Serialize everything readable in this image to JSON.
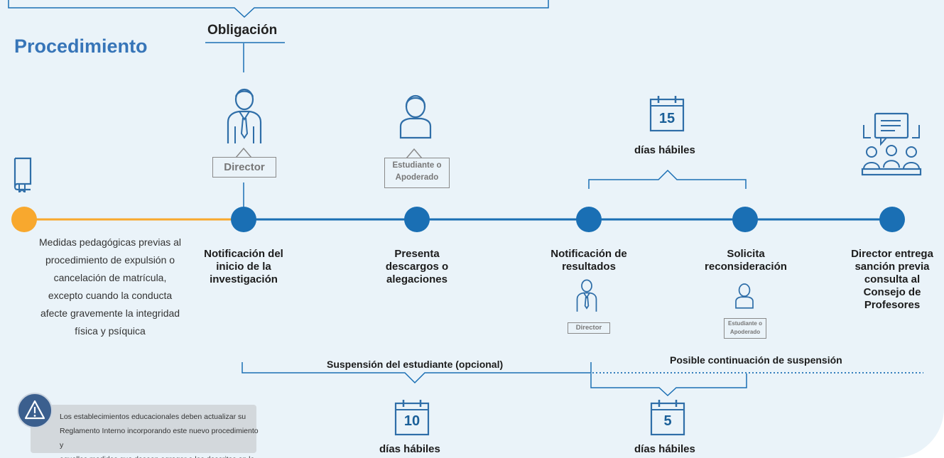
{
  "header": {
    "title": "Procedimiento",
    "obligation": "Obligación"
  },
  "steps": [
    {
      "label": "Medidas pedagógicas previas al procedimiento de expulsión o cancelación de matrícula, excepto cuando la conducta afecte gravemente la integridad física y psíquica",
      "color": "#f8a82e"
    },
    {
      "label": "Notificación del inicio de la investigación",
      "color": "#1a6fb4"
    },
    {
      "label": "Presenta descargos o alegaciones",
      "color": "#1a6fb4"
    },
    {
      "label": "Notificación de resultados",
      "color": "#1a6fb4"
    },
    {
      "label": "Solicita reconsideración",
      "color": "#1a6fb4"
    },
    {
      "label": "Director entrega sanción previa consulta al Consejo de Profesores",
      "color": "#1a6fb4"
    }
  ],
  "tags": {
    "director": "Director",
    "student_line1": "Estudiante o",
    "student_line2": "Apoderado",
    "director_small": "Director",
    "student_small_line1": "Estudiante o",
    "student_small_line2": "Apoderado"
  },
  "calendars": {
    "top_days": "15",
    "top_label": "días hábiles",
    "bottom_left_days": "10",
    "bottom_left_label": "días hábiles",
    "bottom_right_days": "5",
    "bottom_right_label": "días hábiles"
  },
  "suspension": {
    "optional": "Suspensión del estudiante (opcional)",
    "continuation": "Posible continuación de suspensión"
  },
  "note": {
    "line1": "Los establecimientos educacionales deben actualizar su",
    "line2": "Reglamento Interno incorporando este nuevo procedimiento y",
    "line3": "aquellas medidas que desean agregar a las descritas en la Ley."
  },
  "colors": {
    "background": "#eaf3f9",
    "accent_blue": "#1a6fb4",
    "accent_orange": "#f8a82e",
    "title_blue": "#3775b8",
    "icon_blue": "#2f6ea8"
  },
  "icons": {
    "book": "book-icon",
    "director": "director-person-icon",
    "student": "student-person-icon",
    "calendar": "calendar-icon",
    "meeting": "council-meeting-icon",
    "warning": "warning-icon"
  }
}
